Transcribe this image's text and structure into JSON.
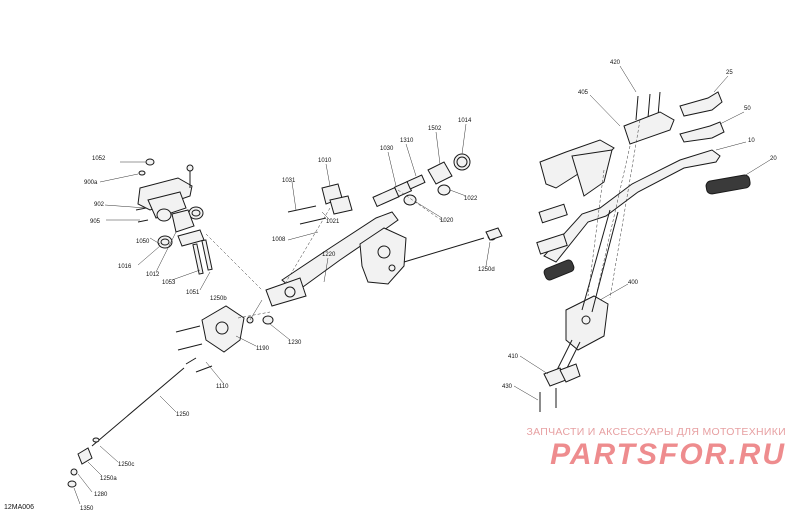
{
  "drawing_code": "12MA006",
  "watermark": {
    "tagline": "ЗАПЧАСТИ И АКСЕССУАРЫ ДЛЯ МОТОТЕХНИКИ",
    "logo": "PARTSFOR.RU",
    "color": "#ee8c8e"
  },
  "callouts": {
    "c1052": "1052",
    "c900a": "900a",
    "c902": "902",
    "c905": "905",
    "c1050": "1050",
    "c1016": "1016",
    "c1012": "1012",
    "c1053": "1053",
    "c1051": "1051",
    "c1010": "1010",
    "c1031": "1031",
    "c1021": "1021",
    "c1008": "1008",
    "c1030": "1030",
    "c1310": "1310",
    "c1502": "1502",
    "c1014": "1014",
    "c1022": "1022",
    "c1020": "1020",
    "c1220": "1220",
    "c1250b": "1250b",
    "c1250d": "1250d",
    "c1190": "1190",
    "c1230": "1230",
    "c1110": "1110",
    "c1250": "1250",
    "c1250c": "1250c",
    "c1250a": "1250a",
    "c1280": "1280",
    "c1350": "1350",
    "c420": "420",
    "c405": "405",
    "c25": "25",
    "c50": "50",
    "c10": "10",
    "c20": "20",
    "c400": "400",
    "c410": "410",
    "c430": "430"
  }
}
